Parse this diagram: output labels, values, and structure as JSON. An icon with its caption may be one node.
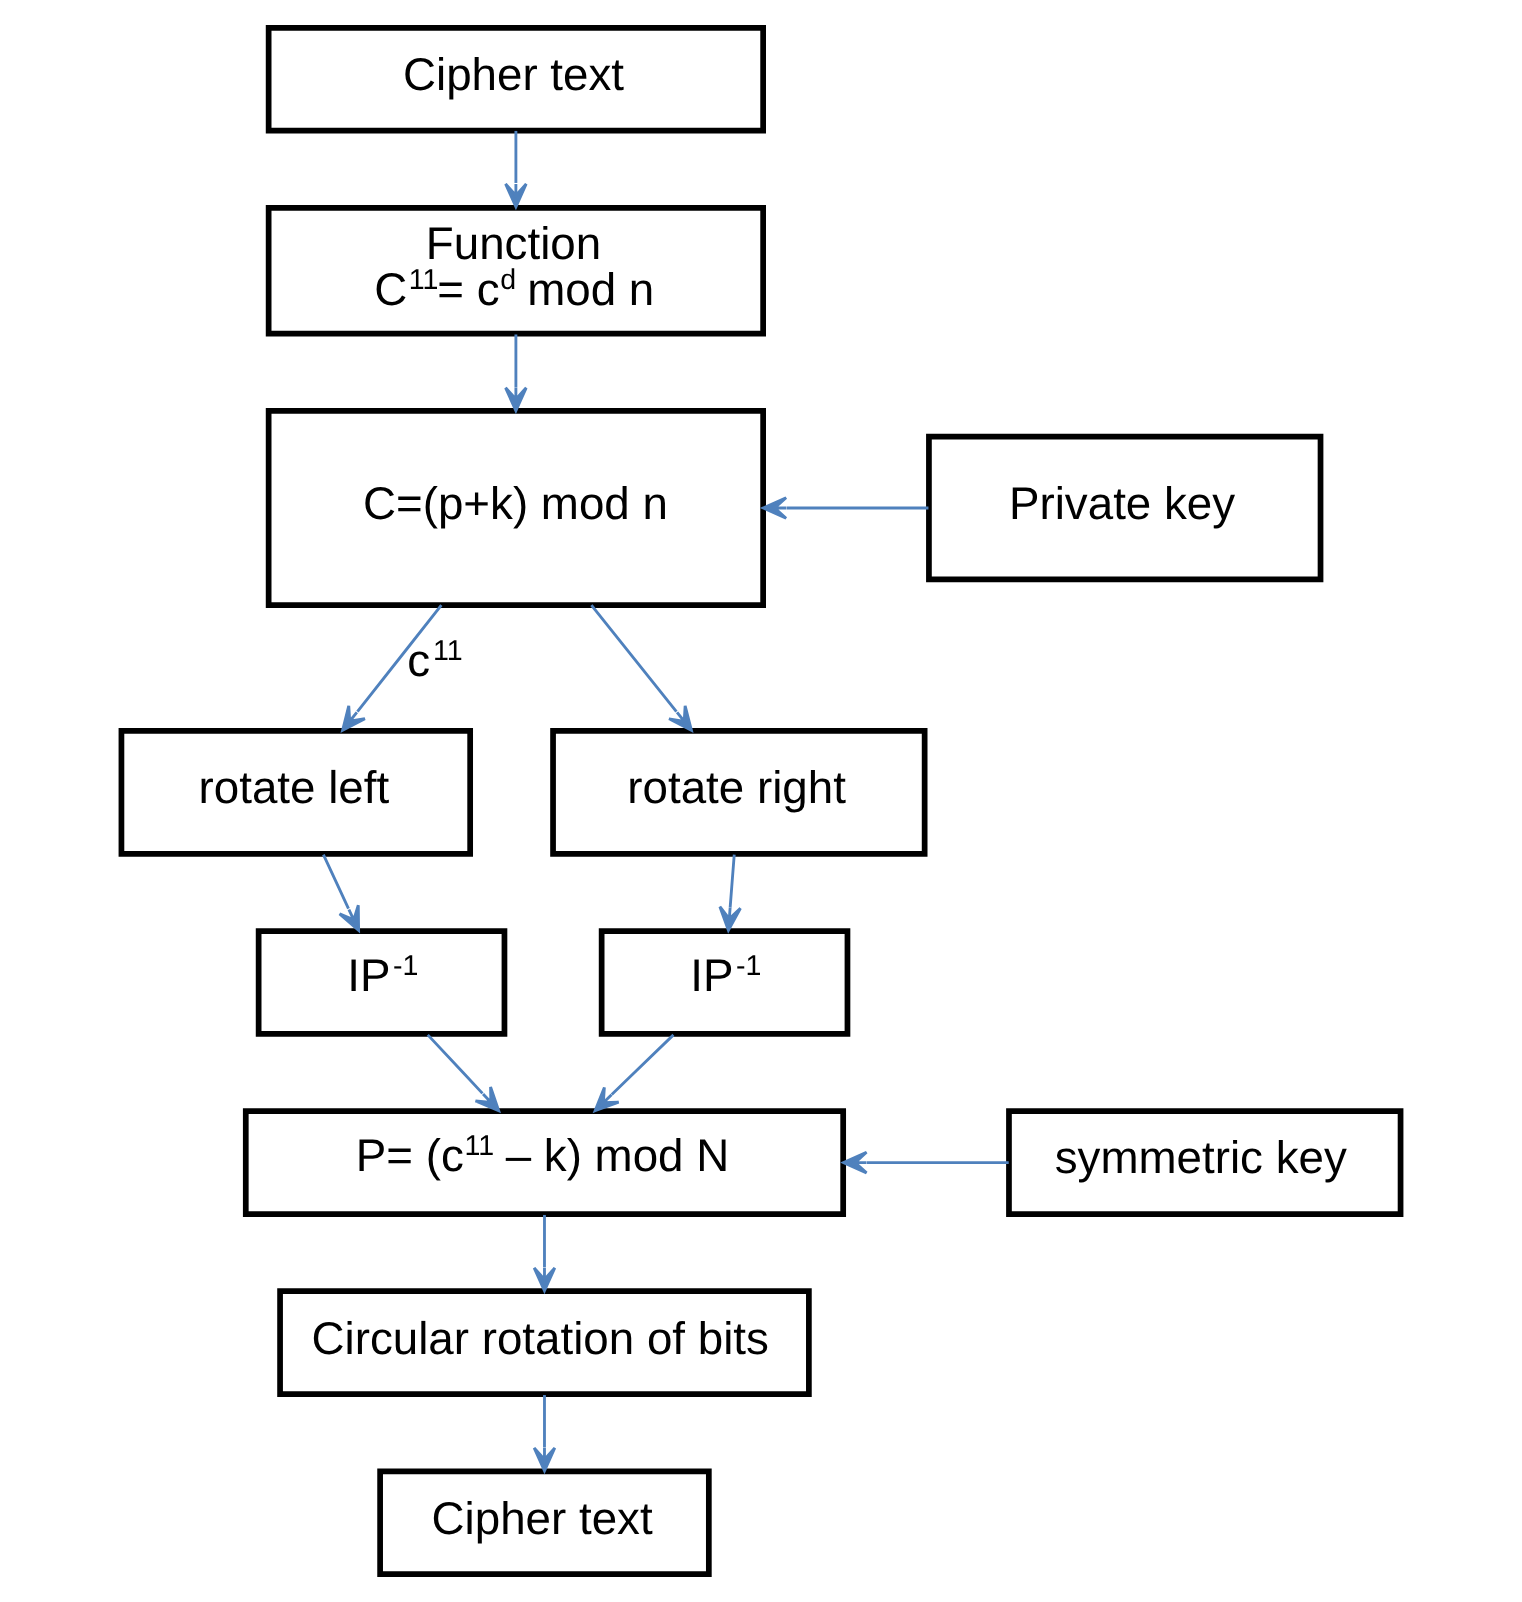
{
  "diagram": {
    "nodes": [
      {
        "text": [
          "Cipher text"
        ]
      },
      {
        "text": [
          "Function",
          "C$^{11}$= c$^{d}$ mod n"
        ]
      },
      {
        "text": [
          "C=(p+k) mod n"
        ]
      },
      {
        "text": [
          "Private key"
        ]
      },
      {
        "text": [
          "rotate left"
        ]
      },
      {
        "text": [
          "rotate right"
        ]
      },
      {
        "text": [
          "IP$^{-1}$"
        ]
      },
      {
        "text": [
          "IP$^{-1}$"
        ]
      },
      {
        "text": [
          "P= (c$^{11}$ – k) mod N"
        ]
      },
      {
        "text": [
          "symmetric key"
        ]
      },
      {
        "text": [
          "Circular rotation of bits"
        ]
      },
      {
        "text": [
          "Cipher text"
        ]
      }
    ],
    "edges": [
      {
        "from": 0,
        "to": 1,
        "arrow": "to"
      },
      {
        "from": 1,
        "to": 2,
        "arrow": "to"
      },
      {
        "from": 3,
        "to": 2,
        "arrow": "to"
      },
      {
        "from": 2,
        "to": 4,
        "arrow": "to",
        "label": "c$^{11}$"
      },
      {
        "from": 2,
        "to": 5,
        "arrow": "to"
      },
      {
        "from": 4,
        "to": 6,
        "arrow": "to"
      },
      {
        "from": 5,
        "to": 7,
        "arrow": "to"
      },
      {
        "from": 6,
        "to": 8,
        "arrow": "to"
      },
      {
        "from": 7,
        "to": 8,
        "arrow": "to"
      },
      {
        "from": 9,
        "to": 8,
        "arrow": "to"
      },
      {
        "from": 8,
        "to": 10,
        "arrow": "to"
      },
      {
        "from": 10,
        "to": 11,
        "arrow": "to"
      }
    ]
  }
}
